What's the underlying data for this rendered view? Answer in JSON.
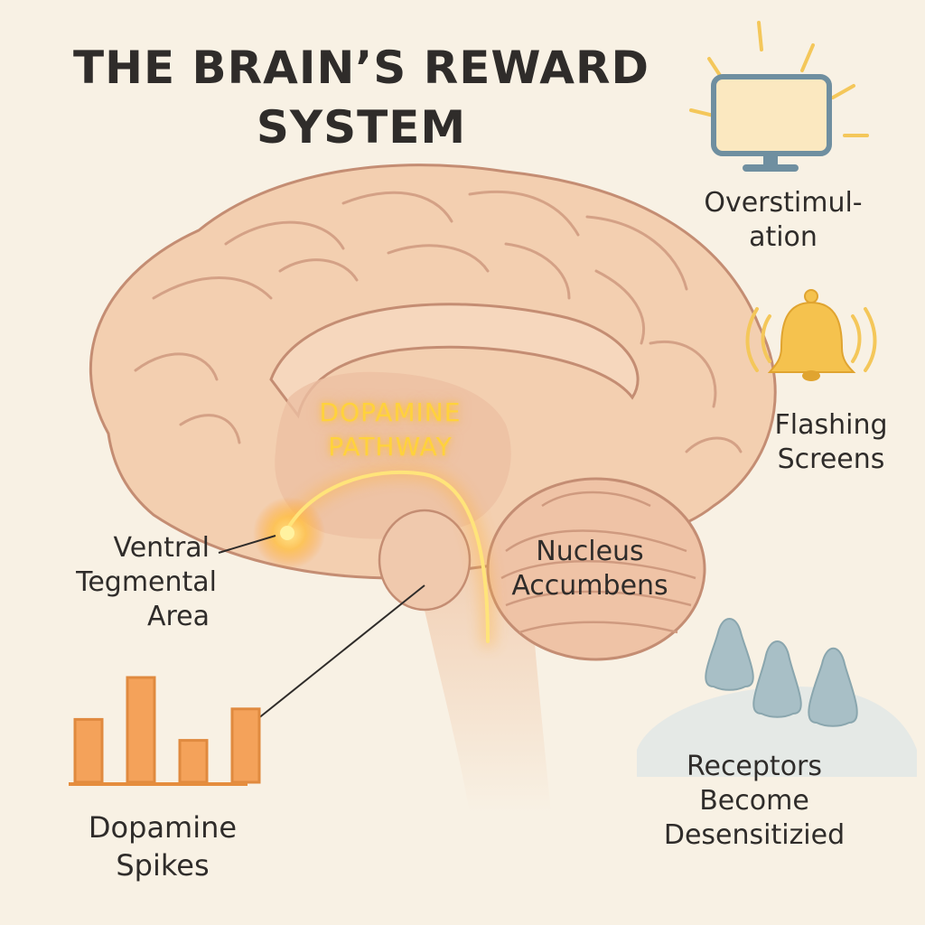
{
  "title": {
    "line1": "THE BRAIN’S REWARD",
    "line2": "SYSTEM"
  },
  "pathway_label": {
    "line1": "DOPAMINE",
    "line2": "PATHWAY"
  },
  "labels": {
    "vta": {
      "line1": "Ventral",
      "line2": "Tegmental",
      "line3": "Area"
    },
    "nucleus": {
      "line1": "Nucleus",
      "line2": "Accumbens"
    },
    "dopamine_spikes": {
      "line1": "Dopamine",
      "line2": "Spikes"
    },
    "overstimulation": {
      "line1": "Overstimul-",
      "line2": "ation"
    },
    "flashing": {
      "line1": "Flashing",
      "line2": "Screens"
    },
    "receptors": {
      "line1": "Receptors",
      "line2": "Become",
      "line3": "Desensitizied"
    }
  },
  "spike_bars": [
    0.6,
    1.0,
    0.4,
    0.7
  ],
  "icons": {
    "monitor": "monitor-icon",
    "bell": "bell-icon",
    "receptors": "receptor-icon"
  },
  "colors": {
    "brain": "#f3cfb0",
    "brain_outline": "#c48d73",
    "pathway_glow": "#ffd23c",
    "bars": "#f4a25a",
    "receptor": "#9fb8bf",
    "bell": "#f5c24e",
    "monitor": "#6f8fa0"
  }
}
